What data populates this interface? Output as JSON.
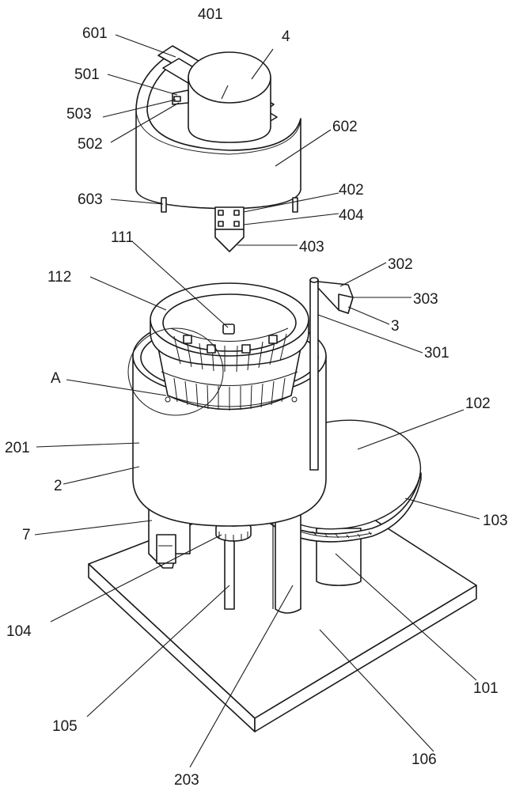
{
  "labels": {
    "l401": "401",
    "l4": "4",
    "l601": "601",
    "l501": "501",
    "l503": "503",
    "l502": "502",
    "l602": "602",
    "l603": "603",
    "l402": "402",
    "l404": "404",
    "l403": "403",
    "l111": "111",
    "l112": "112",
    "l302": "302",
    "l303": "303",
    "l3": "3",
    "l301": "301",
    "lA": "A",
    "l102": "102",
    "l201": "201",
    "l2": "2",
    "l103": "103",
    "l7": "7",
    "l104": "104",
    "l101": "101",
    "l105": "105",
    "l106": "106",
    "l203": "203"
  }
}
